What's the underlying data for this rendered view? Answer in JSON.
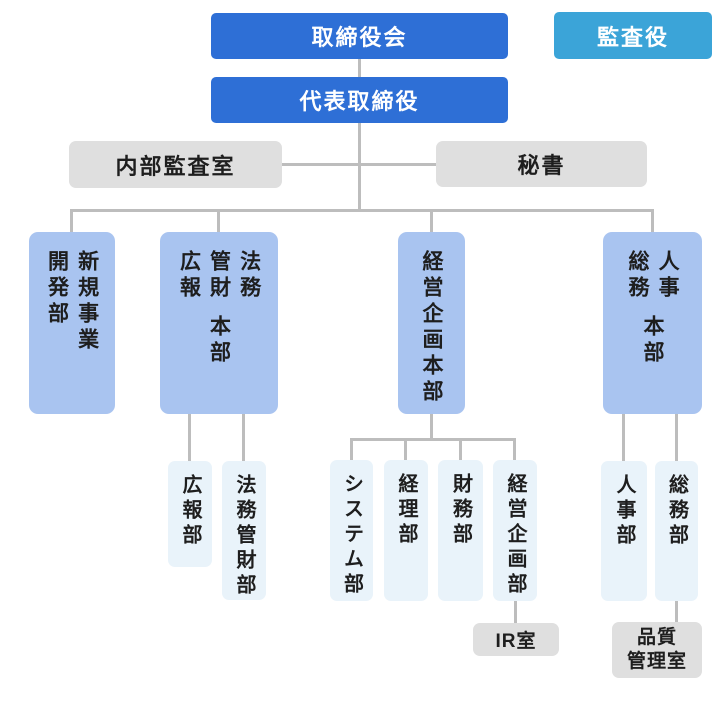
{
  "colors": {
    "primary-blue": "#2e6fd6",
    "audit-blue": "#3ba4d8",
    "gray-box": "#dfdfdf",
    "division-blue": "#a9c4f0",
    "dept-blue": "#e9f3fa",
    "line-gray": "#bdbdbd",
    "text-dark": "#1e1e1e",
    "text-light": "#ffffff"
  },
  "executive": {
    "board": "取締役会",
    "auditor": "監査役",
    "ceo": "代表取締役"
  },
  "staff": {
    "internal_audit": "内部監査室",
    "secretary": "秘書"
  },
  "divisions": [
    {
      "name": "新規事業開発部",
      "lines": [
        "新規事業",
        "開発部"
      ],
      "suffix": ""
    },
    {
      "name": "法務管財広報本部",
      "lines": [
        "法務",
        "管財",
        "広報"
      ],
      "suffix": "本部"
    },
    {
      "name": "経営企画本部",
      "lines": [
        "経営企画本部"
      ],
      "suffix": ""
    },
    {
      "name": "人事総務本部",
      "lines": [
        "人事",
        "総務"
      ],
      "suffix": "本部"
    }
  ],
  "departments": [
    {
      "name": "広報部"
    },
    {
      "name": "法務管財部"
    },
    {
      "name": "システム部"
    },
    {
      "name": "経理部"
    },
    {
      "name": "財務部"
    },
    {
      "name": "経営企画部"
    },
    {
      "name": "人事部"
    },
    {
      "name": "総務部"
    }
  ],
  "offices": {
    "ir": "IR室",
    "quality_lines": [
      "品質",
      "管理室"
    ]
  }
}
